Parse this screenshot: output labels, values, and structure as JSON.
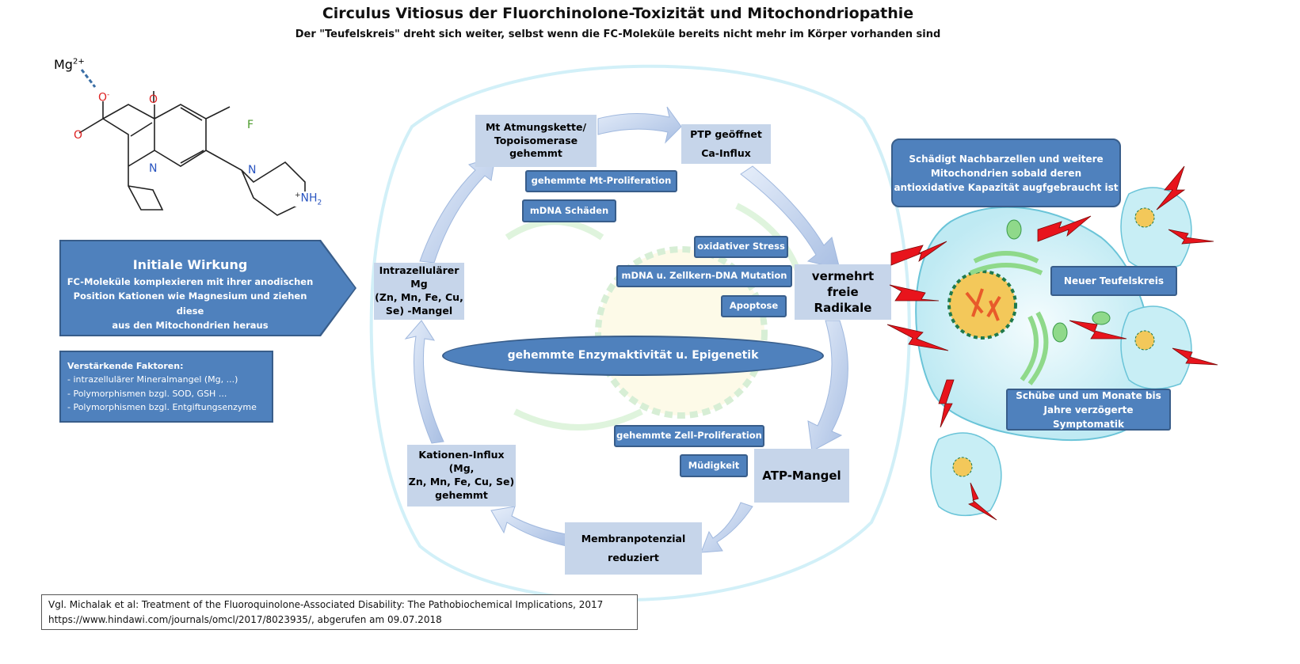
{
  "header": {
    "title": "Circulus Vitiosus der Fluorchinolone-Toxizität und Mitochondriopathie",
    "subtitle": "Der \"Teufelskreis\" dreht sich weiter, selbst wenn die FC-Moleküle bereits nicht mehr im Körper vorhanden sind"
  },
  "molecule": {
    "mg": "Mg",
    "mg_charge": "2+",
    "o_minus": "O",
    "o1": "O",
    "o2": "O",
    "f": "F",
    "n1": "N",
    "n2": "N",
    "nh2": "NH",
    "nh2_sub": "2",
    "plus": "+",
    "minus": "-"
  },
  "initial": {
    "heading": "Initiale Wirkung",
    "lines": [
      "FC-Moleküle komplexieren mit ihrer anodischen",
      "Position Kationen wie Magnesium und ziehen diese",
      "aus den Mitochondrien heraus"
    ]
  },
  "factors": {
    "heading": "Verstärkende Faktoren:",
    "items": [
      "- intrazellulärer Mineralmangel (Mg, ...)",
      "- Polymorphismen bzgl. SOD, GSH ...",
      "- Polymorphismen bzgl. Entgiftungsenzyme"
    ]
  },
  "cycle": {
    "mg_deficit": [
      "Intrazellulärer Mg",
      "(Zn, Mn, Fe, Cu,",
      "Se) -Mangel"
    ],
    "respiratory": [
      "Mt Atmungskette/",
      "Topoisomerase",
      "gehemmt"
    ],
    "ptp": [
      "PTP geöffnet",
      "Ca-Influx"
    ],
    "radicals": [
      "vermehrt freie",
      "Radikale"
    ],
    "atp": "ATP-Mangel",
    "membrane": [
      "Membranpotenzial",
      "reduziert"
    ],
    "cation_influx": [
      "Kationen-Influx (Mg,",
      "Zn, Mn, Fe, Cu, Se)",
      "gehemmt"
    ]
  },
  "effects": {
    "mt_proliferation": "gehemmte Mt-Proliferation",
    "mdna": "mDNA  Schäden",
    "oxidative": "oxidativer Stress",
    "mutation": "mDNA u. Zellkern-DNA Mutation",
    "apoptose": "Apoptose",
    "enzyme": "gehemmte Enzymaktivität u. Epigenetik",
    "cell_proliferation": "gehemmte Zell-Proliferation",
    "fatigue": "Müdigkeit"
  },
  "right": {
    "neighbors": [
      "Schädigt Nachbarzellen und weitere",
      "Mitochondrien sobald deren",
      "antioxidative Kapazität augfgebraucht ist"
    ],
    "new_cycle": "Neuer Teufelskreis",
    "delayed": [
      "Schübe und um Monate bis",
      "Jahre verzögerte Symptomatik"
    ]
  },
  "citation": {
    "line1": "Vgl. Michalak et al: Treatment of the Fluoroquinolone-Associated  Disability: The Pathobiochemical Implications, 2017",
    "line2": "https://www.hindawi.com/journals/omcl/2017/8023935/,  abgerufen am  09.07.2018"
  },
  "colors": {
    "dark_box": "#4f81bd",
    "light_box": "#c6d5ea",
    "arrow": "#b8cbe8",
    "bolt": "#e8141c",
    "cell": "#c8eef5"
  }
}
